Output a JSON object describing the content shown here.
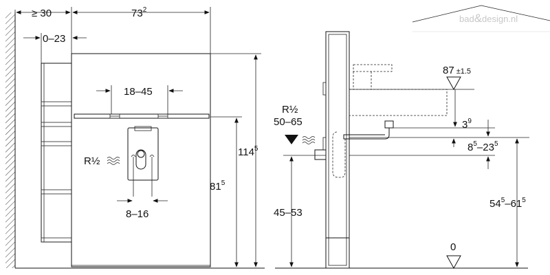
{
  "watermark": {
    "brand_pre": "bad",
    "brand_amp": "&",
    "brand_post": "design.nl"
  },
  "front_view": {
    "dim_wall_distance": {
      "prefix": "≥ 30"
    },
    "dim_width": {
      "base": "73",
      "sup": "2"
    },
    "dim_offset": {
      "text": "0–23"
    },
    "dim_bracket_span": {
      "text": "18–45"
    },
    "label_supply": {
      "text": "R½"
    },
    "dim_supply_spacing": {
      "text": "8–16"
    },
    "dim_mount_height": {
      "base": "81",
      "sup": "5"
    },
    "dim_total_height": {
      "base": "114",
      "sup": "5"
    }
  },
  "side_view": {
    "label_supply": {
      "text": "R½"
    },
    "dim_supply_range": {
      "text": "50–65"
    },
    "dim_basin_height": {
      "base": "87",
      "tol": "±1.5"
    },
    "dim_siphon_offset": {
      "base": "3",
      "sup": "9"
    },
    "dim_siphon_range": {
      "a": "8",
      "a_sup": "5",
      "dash": "–23",
      "b_sup": "5"
    },
    "dim_drain_height": {
      "text": "45–53"
    },
    "dim_outlet_range": {
      "a": "54",
      "a_sup": "5",
      "dash": "–61",
      "b_sup": "5"
    },
    "floor_level": {
      "text": "0"
    }
  }
}
